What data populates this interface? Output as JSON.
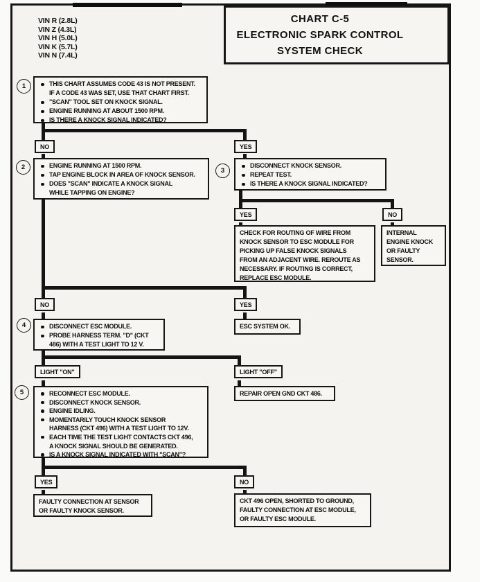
{
  "header": {
    "vin_list": "VIN R (2.8L)\nVIN Z (4.3L)\nVIN H (5.0L)\nVIN K (5.7L)\nVIN N (7.4L)",
    "title_line1": "CHART C-5",
    "title_line2": "ELECTRONIC SPARK CONTROL",
    "title_line3": "SYSTEM CHECK"
  },
  "steps": [
    {
      "number": "1",
      "bullets": [
        "THIS CHART ASSUMES CODE 43 IS NOT PRESENT.\nIF A CODE 43 WAS SET, USE THAT CHART FIRST.",
        "\"SCAN\" TOOL SET ON KNOCK SIGNAL.",
        "ENGINE RUNNING AT ABOUT 1500 RPM.",
        "IS THERE A KNOCK SIGNAL INDICATED?"
      ]
    },
    {
      "number": "2",
      "bullets": [
        "ENGINE RUNNING AT 1500 RPM.",
        "TAP ENGINE BLOCK IN AREA OF KNOCK SENSOR.",
        "DOES \"SCAN\" INDICATE A KNOCK SIGNAL\nWHILE TAPPING ON ENGINE?"
      ]
    },
    {
      "number": "3",
      "bullets": [
        "DISCONNECT KNOCK SENSOR.",
        "REPEAT TEST.",
        "IS THERE A KNOCK SIGNAL INDICATED?"
      ]
    },
    {
      "number": "4",
      "bullets": [
        "DISCONNECT ESC MODULE.",
        "PROBE HARNESS TERM. \"D\" (CKT\n486) WITH A TEST LIGHT TO 12 V."
      ]
    },
    {
      "number": "5",
      "bullets": [
        "RECONNECT ESC MODULE.",
        "DISCONNECT KNOCK SENSOR.",
        "ENGINE IDLING.",
        "MOMENTARILY TOUCH KNOCK SENSOR\nHARNESS (CKT 496) WITH A TEST LIGHT TO 12V.",
        "EACH TIME THE TEST LIGHT CONTACTS CKT 496,\nA KNOCK SIGNAL SHOULD BE GENERATED.",
        "IS A KNOCK SIGNAL INDICATED WITH \"SCAN\"?"
      ]
    }
  ],
  "branch_labels": {
    "step1_no": "NO",
    "step1_yes": "YES",
    "step3_yes": "YES",
    "step3_no": "NO",
    "step2_no": "NO",
    "step2_yes": "YES",
    "step4_light_on": "LIGHT \"ON\"",
    "step4_light_off": "LIGHT \"OFF\"",
    "step5_yes": "YES",
    "step5_no": "NO"
  },
  "terminals": {
    "check_routing": "CHECK FOR ROUTING OF WIRE FROM\nKNOCK SENSOR TO ESC MODULE FOR\nPICKING UP FALSE KNOCK SIGNALS\nFROM AN ADJACENT WIRE. REROUTE AS\nNECESSARY. IF ROUTING IS CORRECT,\nREPLACE ESC MODULE.",
    "internal_knock": "INTERNAL\nENGINE KNOCK\nOR FAULTY\nSENSOR.",
    "esc_ok": "ESC SYSTEM OK.",
    "repair_gnd": "REPAIR OPEN GND CKT 486.",
    "faulty_sensor": "FAULTY CONNECTION AT SENSOR\nOR FAULTY KNOCK SENSOR.",
    "ckt_496_open": "CKT 496 OPEN, SHORTED TO GROUND,\nFAULTY CONNECTION AT ESC MODULE,\nOR FAULTY ESC MODULE."
  },
  "colors": {
    "ink": "#161616",
    "paper": "#f4f3f0"
  }
}
